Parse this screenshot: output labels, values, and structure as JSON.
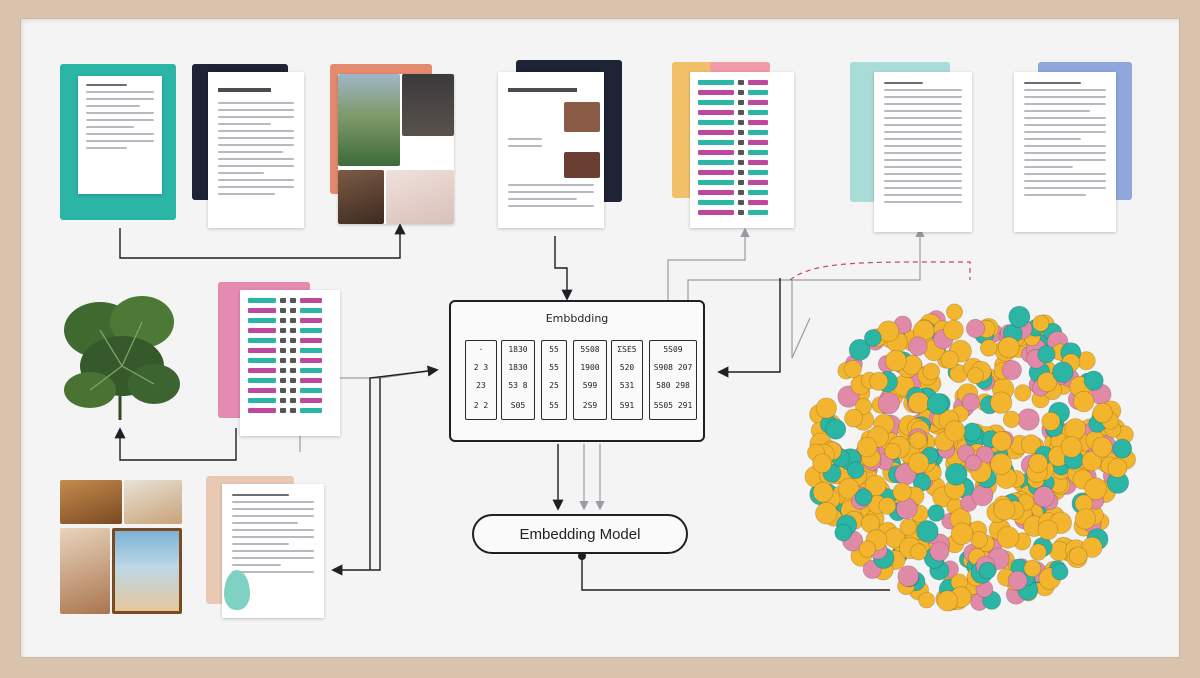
{
  "embedding_box": {
    "title": "Embbdding",
    "columns": [
      {
        "cells": [
          "·",
          "2 3",
          "23",
          "2 2"
        ]
      },
      {
        "cells": [
          "1830",
          "1830",
          "53 8",
          "S05"
        ]
      },
      {
        "cells": [
          "55",
          "55",
          "25",
          "55"
        ]
      },
      {
        "cells": [
          "5S08",
          "1900",
          "599",
          "2S9"
        ]
      },
      {
        "cells": [
          "ΣSE5",
          "520",
          "531",
          "591"
        ]
      },
      {
        "cells": [
          "5S09",
          "S908 207",
          "580 298",
          "5S05 291"
        ]
      }
    ]
  },
  "model": {
    "label": "Embedding Model"
  },
  "colors": {
    "frame": "#d9c3ad",
    "canvas": "#f4f4f5",
    "teal": "#2bb5a5",
    "pink": "#e08aa8",
    "magenta": "#c0479e",
    "gold": "#f3b52e",
    "navy": "#1e2336"
  }
}
